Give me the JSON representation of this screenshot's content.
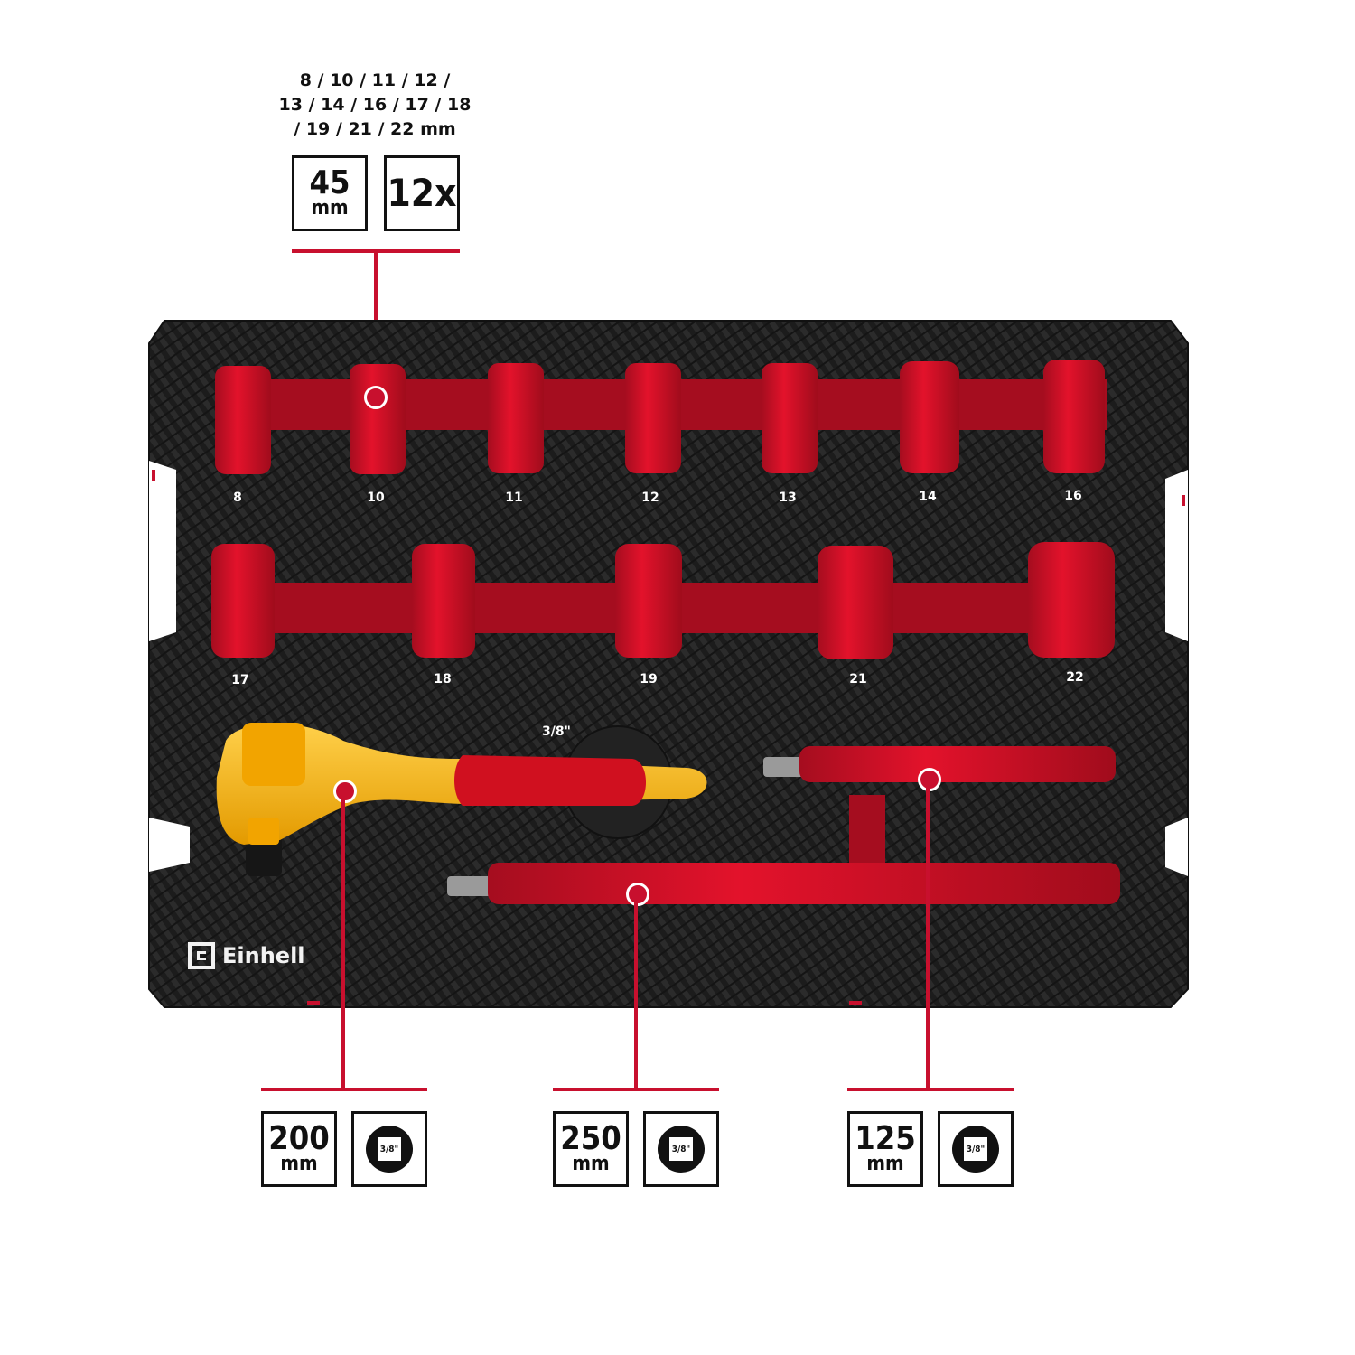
{
  "socket_sizes_lines": [
    "8 / 10 / 11 / 12 /",
    "13 / 14 / 16 / 17  / 18",
    "/ 19 / 21 / 22 mm"
  ],
  "sockets_badge": {
    "value": "45",
    "unit": "mm",
    "count": "12x"
  },
  "row1_labels": [
    "8",
    "10",
    "11",
    "12",
    "13",
    "14",
    "16"
  ],
  "row2_labels": [
    "17",
    "18",
    "19",
    "21",
    "22"
  ],
  "ratchet_drive_label": "3/8\"",
  "brand_text": "Einhell",
  "callouts": [
    {
      "value": "200",
      "unit": "mm",
      "drive": "3/8\""
    },
    {
      "value": "250",
      "unit": "mm",
      "drive": "3/8\""
    },
    {
      "value": "125",
      "unit": "mm",
      "drive": "3/8\""
    }
  ],
  "colors": {
    "accent": "#c8102e",
    "foam": "#1e1e1e",
    "ratchet_yellow": "#f4b400"
  }
}
